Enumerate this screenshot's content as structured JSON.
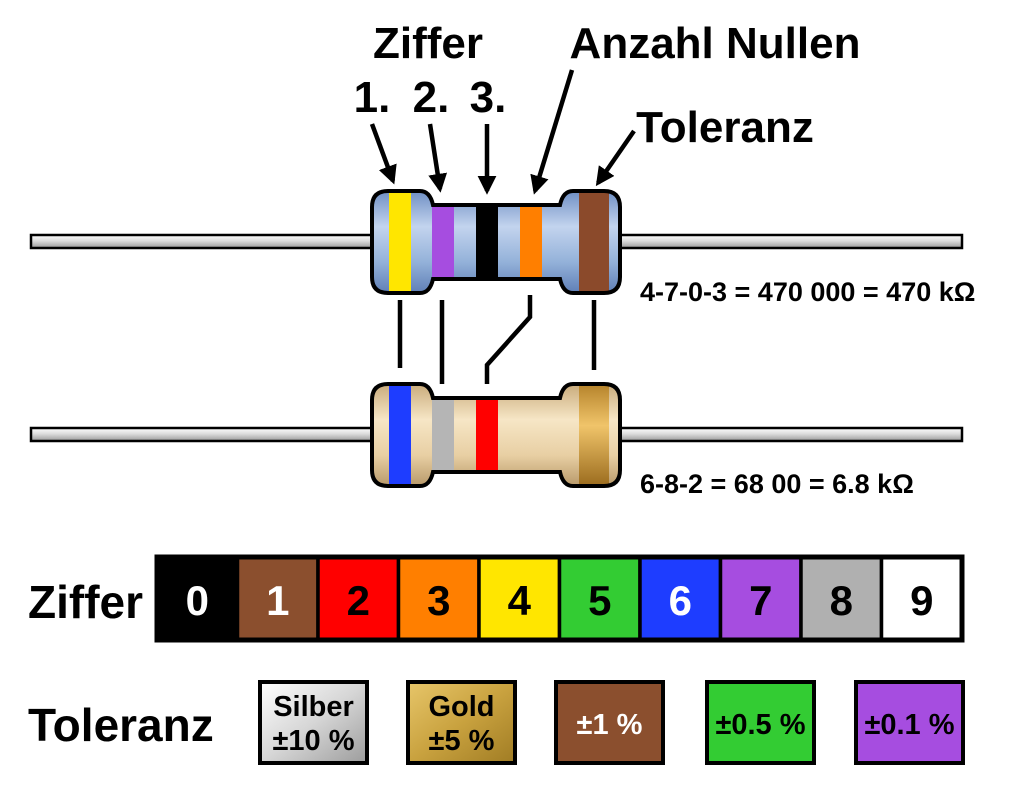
{
  "labels": {
    "ziffer_top": "Ziffer",
    "digit_positions": [
      "1.",
      "2.",
      "3."
    ],
    "anzahl_nullen": "Anzahl Nullen",
    "toleranz_top": "Toleranz"
  },
  "resistors": [
    {
      "id": "resistor-470k",
      "body_color": "#93b1d9",
      "bands": [
        "#ffe600",
        "#a64de0",
        "#000000",
        "#ff7f00",
        "#8b4a2b"
      ],
      "formula": "4-7-0-3 = 470 000 = 470 kΩ"
    },
    {
      "id": "resistor-6k8",
      "body_color": "#e8cfa3",
      "bands": [
        "#1e3dff",
        "#b5b5b5",
        "#ff0000",
        "#d9a441"
      ],
      "formula": "6-8-2 = 68 00 = 6.8 kΩ"
    }
  ],
  "ziffer_table": {
    "label": "Ziffer",
    "cells": [
      {
        "digit": "0",
        "bg": "#000000",
        "fg": "#ffffff"
      },
      {
        "digit": "1",
        "bg": "#8b4f2e",
        "fg": "#ffffff"
      },
      {
        "digit": "2",
        "bg": "#ff0000",
        "fg": "#000000"
      },
      {
        "digit": "3",
        "bg": "#ff7f00",
        "fg": "#000000"
      },
      {
        "digit": "4",
        "bg": "#ffe600",
        "fg": "#000000"
      },
      {
        "digit": "5",
        "bg": "#33cc33",
        "fg": "#000000"
      },
      {
        "digit": "6",
        "bg": "#1e3dff",
        "fg": "#ffffff"
      },
      {
        "digit": "7",
        "bg": "#a64de0",
        "fg": "#000000"
      },
      {
        "digit": "8",
        "bg": "#b0b0b0",
        "fg": "#000000"
      },
      {
        "digit": "9",
        "bg": "#ffffff",
        "fg": "#000000"
      }
    ]
  },
  "toleranz_table": {
    "label": "Toleranz",
    "items": [
      {
        "name": "Silber",
        "value": "±10 %",
        "bg": "silver",
        "fg": "#000000"
      },
      {
        "name": "Gold",
        "value": "±5 %",
        "bg": "gold",
        "fg": "#000000"
      },
      {
        "name": "",
        "value": "±1 %",
        "bg": "#8b4f2e",
        "fg": "#ffffff"
      },
      {
        "name": "",
        "value": "±0.5 %",
        "bg": "#33cc33",
        "fg": "#000000"
      },
      {
        "name": "",
        "value": "±0.1 %",
        "bg": "#a64de0",
        "fg": "#000000"
      }
    ]
  }
}
